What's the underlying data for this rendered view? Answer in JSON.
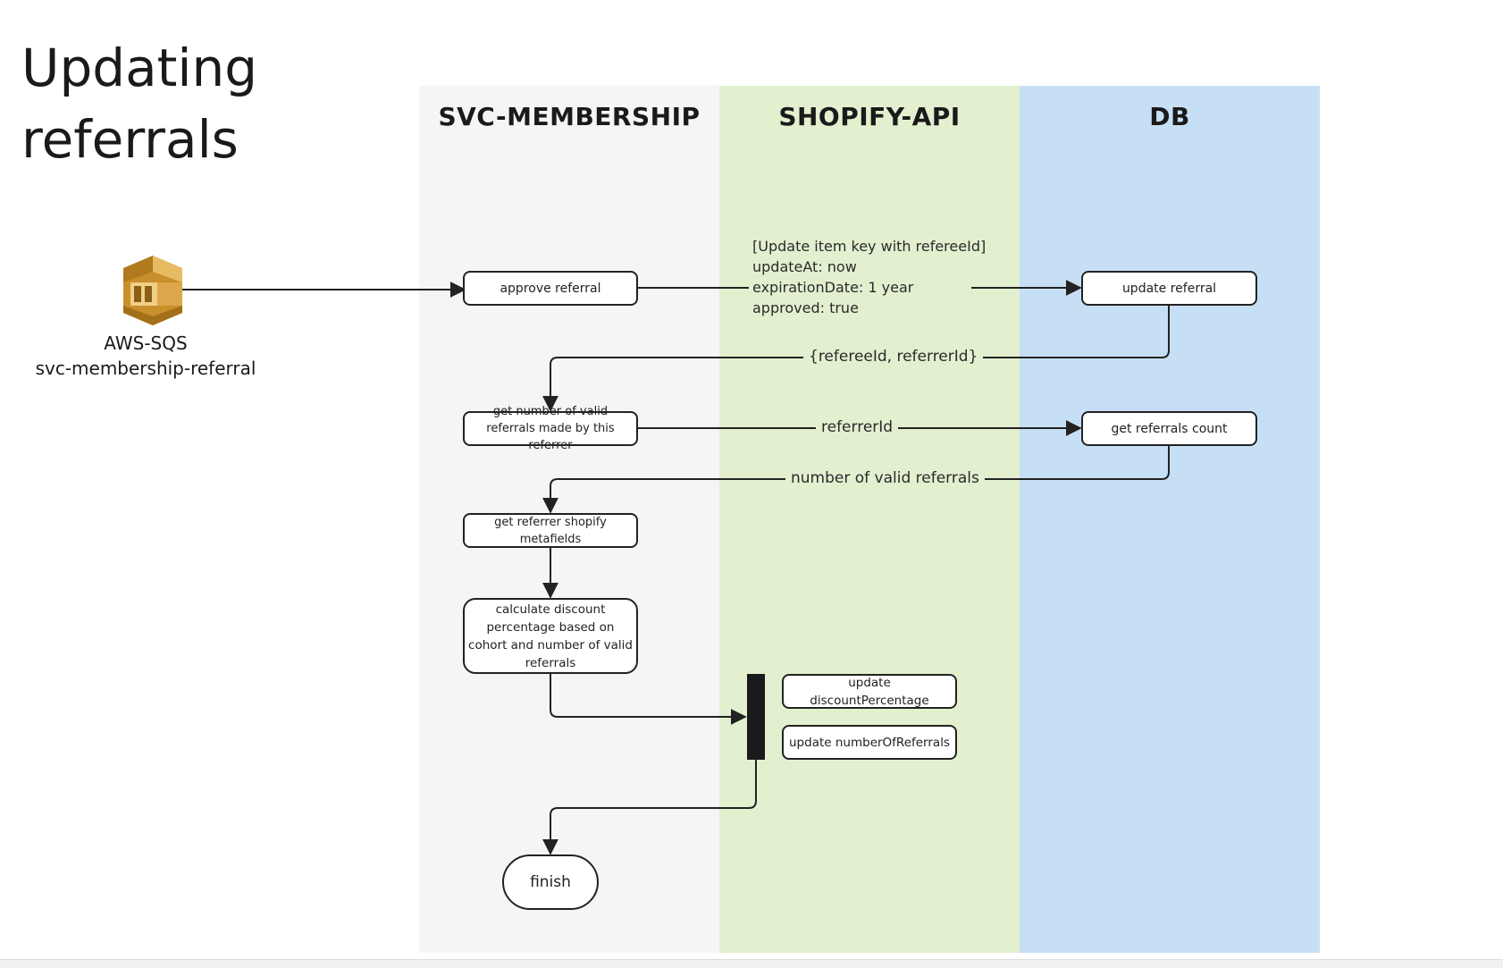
{
  "diagram": {
    "title_line1": "Updating",
    "title_line2": "referrals",
    "colors": {
      "lane_svc": "#f5f5f5",
      "lane_shopify": "#e2f0cf",
      "lane_db": "#c7dff5",
      "stroke": "#222222",
      "fork_bar": "#1a1a1a",
      "sqs_icon": "#d9a53c"
    },
    "lanes": [
      {
        "title": "SVC-MEMBERSHIP"
      },
      {
        "title": "SHOPIFY-API"
      },
      {
        "title": "DB"
      }
    ],
    "source": {
      "icon": "aws-sqs-icon",
      "line1": "AWS-SQS",
      "line2": "svc-membership-referral"
    },
    "nodes": {
      "approve_referral": "approve referral",
      "update_referral": "update referral",
      "get_valid_referrals": "get number of valid referrals made by this referrer",
      "get_referrals_count": "get referrals count",
      "get_metafields": "get referrer shopify metafields",
      "calculate_discount": "calculate discount percentage based on cohort and number of valid referrals",
      "update_discount": "update discountPercentage",
      "update_number": "update numberOfReferrals",
      "finish": "finish"
    },
    "note_lines": [
      "[Update item key with refereeId]",
      "updateAt: now",
      "expirationDate: 1 year",
      "approved: true"
    ],
    "edge_labels": {
      "ids_return": "{refereeId, referrerId}",
      "referrer_id": "referrerId",
      "valid_count": "number of valid referrals"
    }
  }
}
